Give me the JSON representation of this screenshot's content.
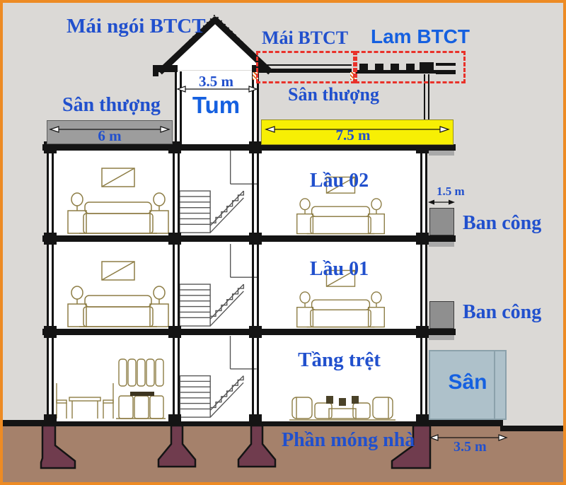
{
  "labels": {
    "roof_tile": "Mái ngói BTCT",
    "roof_flat": "Mái BTCT",
    "louver": "Lam BTCT",
    "tum": "Tum",
    "terrace_left": "Sân thượng",
    "terrace_right": "Sân thượng",
    "floor_2": "Lầu 02",
    "floor_1": "Lầu 01",
    "ground_floor": "Tầng trệt",
    "balcony_upper": "Ban công",
    "balcony_lower": "Ban công",
    "yard": "Sân",
    "foundation": "Phần móng nhà"
  },
  "dimensions": {
    "tum_width": "3.5 m",
    "terrace_left_width": "6 m",
    "terrace_right_width": "7.5 m",
    "balcony_depth": "1.5 m",
    "yard_width": "3.5 m"
  },
  "colors": {
    "label_blue_serif": "#2150cd",
    "label_blue_sans": "#1560e0",
    "highlight_yellow": "#f7ef04",
    "terrace_bar_gray": "#9d9d9d",
    "balcony_gray": "#8f8f8f",
    "yard_blue_gray": "#aec1ca",
    "ground_brown": "#a5816b",
    "footing_maroon": "#703c4e",
    "dashed_red": "#e9322a",
    "frame_orange": "#ed8b24",
    "line_black": "#141414",
    "furniture_tan": "#8d7d45"
  }
}
